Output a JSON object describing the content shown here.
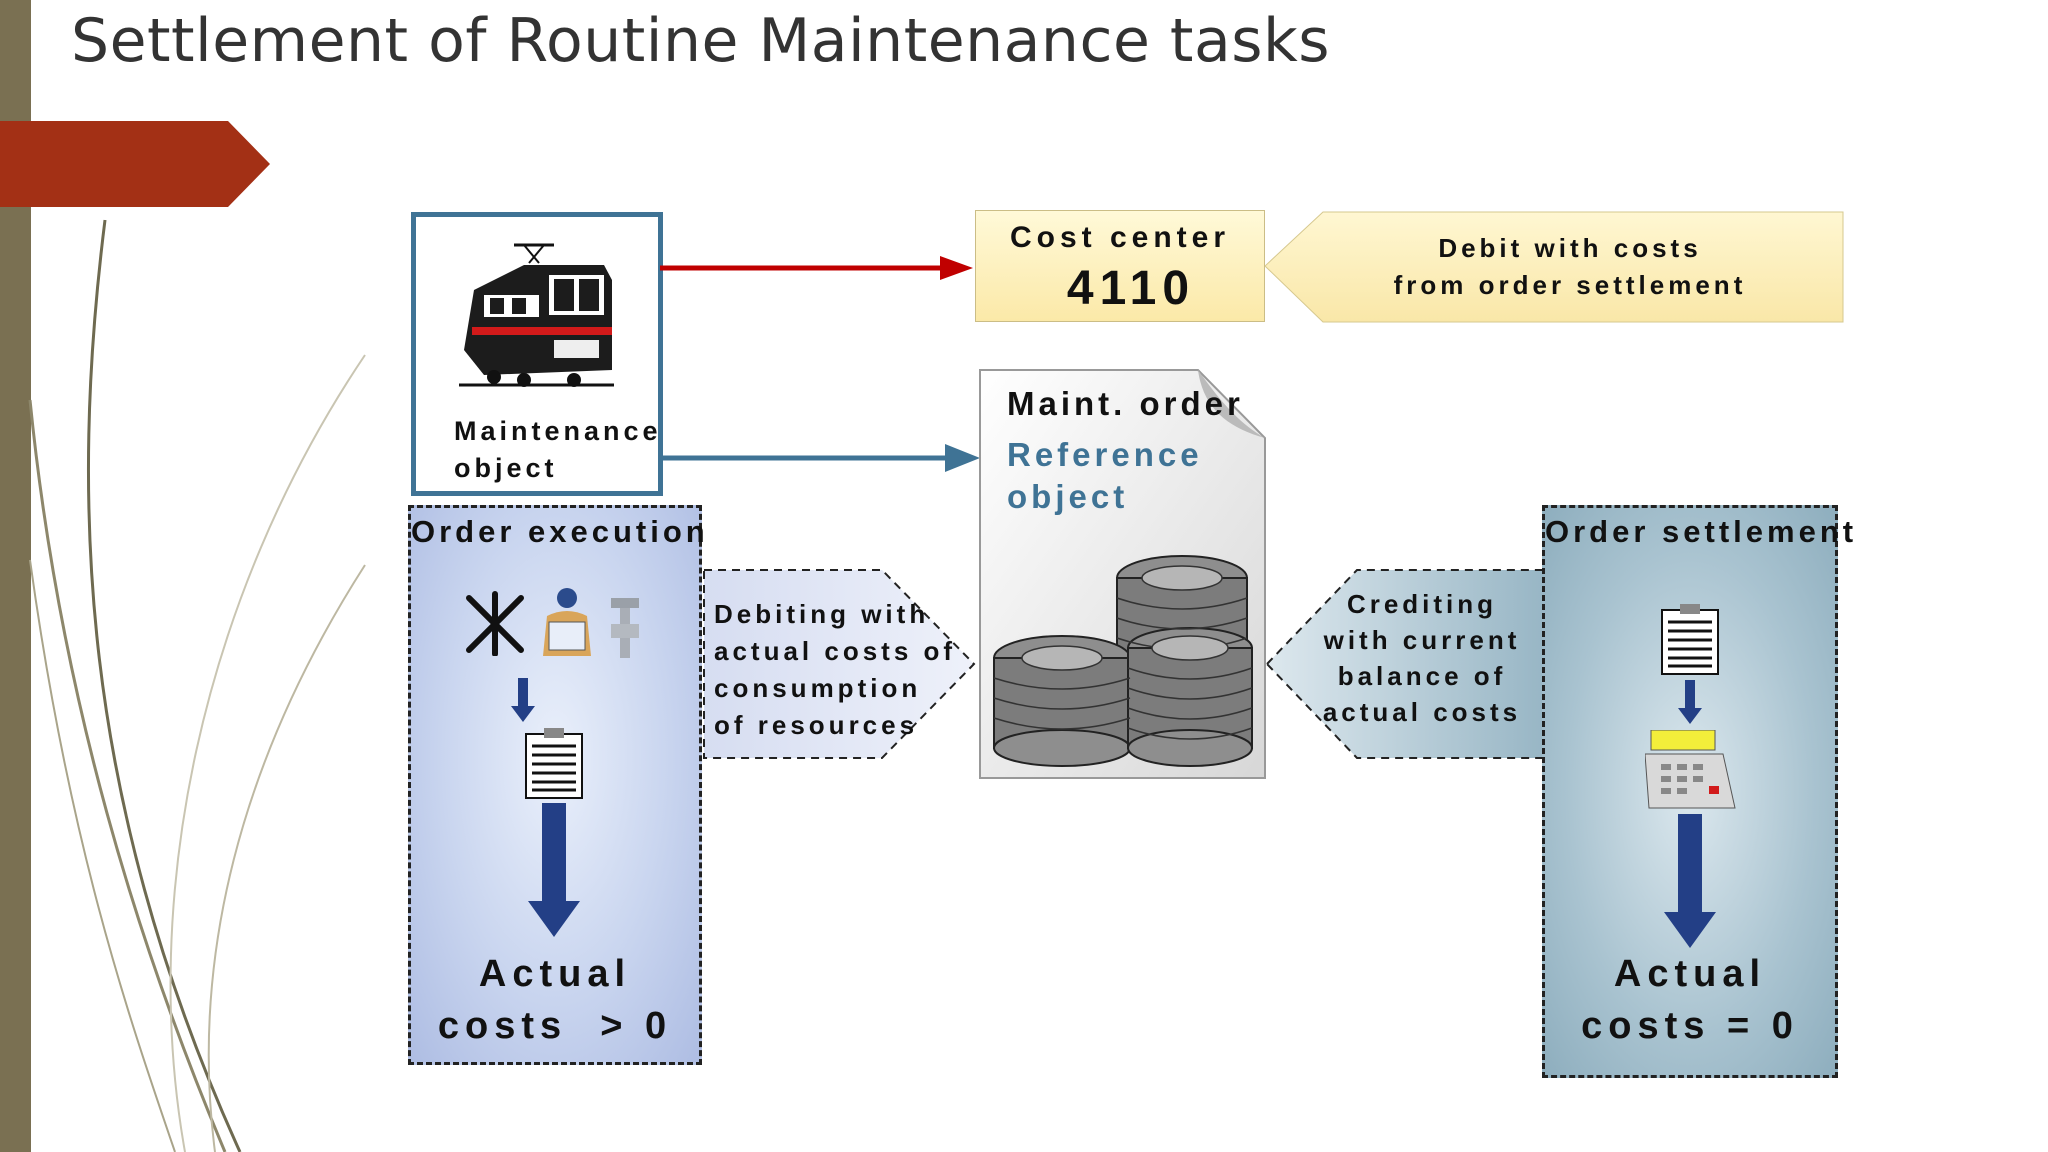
{
  "page": {
    "title": "Settlement of Routine Maintenance tasks"
  },
  "maintenance_object": {
    "label_line1": "Maintenance",
    "label_line2": "object",
    "icon": "train-icon"
  },
  "cost_center": {
    "label": "Cost center",
    "number": "4110"
  },
  "debit_note": {
    "line1": "Debit with costs",
    "line2": "from order settlement"
  },
  "maint_order": {
    "label": "Maint. order",
    "ref_line1": "Reference",
    "ref_line2": "object",
    "icon": "coins-icon"
  },
  "order_execution": {
    "title": "Order execution",
    "actual_line1": "Actual",
    "actual_line2": "costs  > 0",
    "icons": [
      "tools-icon",
      "worker-icon",
      "valve-icon",
      "document-icon"
    ]
  },
  "debiting_text": {
    "line1": "Debiting with",
    "line2": "actual costs of",
    "line3": "consumption",
    "line4": "of resources"
  },
  "crediting_text": {
    "line1": "Crediting",
    "line2": "with current",
    "line3": "balance of",
    "line4": "actual costs"
  },
  "order_settlement": {
    "title": "Order settlement",
    "actual_line1": "Actual",
    "actual_line2": "costs = 0",
    "icons": [
      "document-icon",
      "cash-register-icon"
    ]
  },
  "colors": {
    "red_arrow": "#c00000",
    "blue_arrow": "#3f7395",
    "ribbon": "#a33015",
    "left_bar": "#7a7052"
  }
}
